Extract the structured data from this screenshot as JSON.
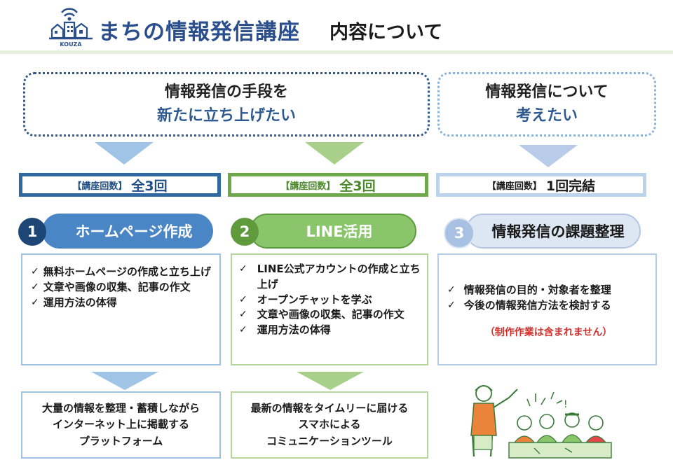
{
  "header": {
    "logo_text": "KOUZA",
    "brand": "まちの情報発信講座",
    "title": "内容について"
  },
  "goals": [
    {
      "line1": "情報発信の手段を",
      "line2": "新たに立ち上げたい"
    },
    {
      "line1": "情報発信について",
      "line2": "考えたい"
    }
  ],
  "courses": [
    {
      "count_tag": "【講座回数】",
      "count_value": "全3回",
      "number": "1",
      "name": "ホームページ作成",
      "items": [
        "無料ホームページの作成と立ち上げ",
        "文章や画像の収集、記事の作文",
        "運用方法の体得"
      ],
      "result": [
        "大量の情報を整理・蓄積しながら",
        "インターネット上に掲載する",
        "プラットフォーム"
      ]
    },
    {
      "count_tag": "【講座回数】",
      "count_value": "全3回",
      "number": "2",
      "name": "LINE活用",
      "items": [
        "LINE公式アカウントの作成と立ち上げ",
        "オープンチャットを学ぶ",
        "文章や画像の収集、記事の作文",
        "運用方法の体得"
      ],
      "result": [
        "最新の情報をタイムリーに届ける",
        "スマホによる",
        "コミュニケーションツール"
      ]
    },
    {
      "count_tag": "【講座回数】",
      "count_value": "1回完結",
      "number": "3",
      "name": "情報発信の課題整理",
      "items": [
        "情報発信の目的・対象者を整理",
        "今後の情報発信方法を検討する"
      ],
      "note": "（制作作業は含まれません）"
    }
  ],
  "check_mark": "✓",
  "colors": {
    "brand_blue": "#2b4e8c",
    "course1": "#4a86c6",
    "course2": "#8ac56b",
    "course3": "#dde7f4",
    "note_red": "#d0312d"
  }
}
